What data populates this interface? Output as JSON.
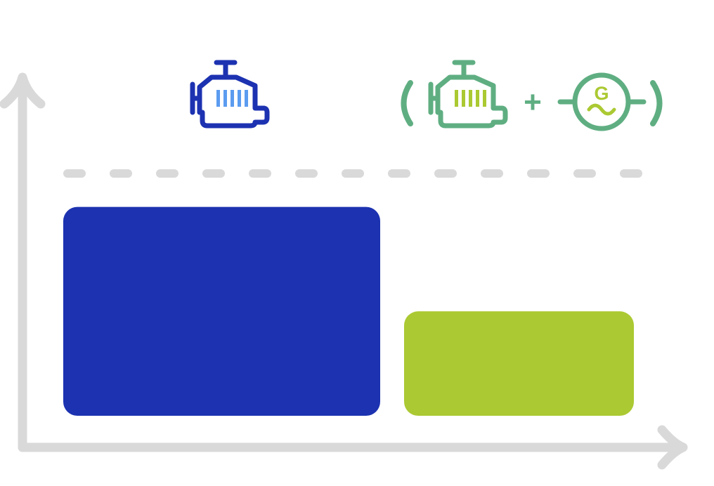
{
  "chart_data": {
    "type": "bar",
    "title": "",
    "xlabel": "",
    "ylabel": "",
    "grid": false,
    "legend": "none",
    "categories": [
      "combustion-engine",
      "engine-plus-generator"
    ],
    "values": [
      1.0,
      0.5
    ],
    "ylim": [
      0,
      1.15
    ],
    "reference_line": {
      "value": 1.16,
      "style": "dashed"
    },
    "bar_colors": [
      "#1c32b1",
      "#abc932"
    ],
    "category_icons": [
      {
        "name": "engine-icon",
        "color": "#1c32b1",
        "accent": "#5b9cf0"
      },
      {
        "name": "engine-generator-group-icon",
        "color": "#5fae82",
        "accent": "#abc932"
      }
    ],
    "operator": "+",
    "generator_letter": "G"
  },
  "colors": {
    "axis": "#d9d9d9",
    "dash": "#d9d9d9"
  }
}
